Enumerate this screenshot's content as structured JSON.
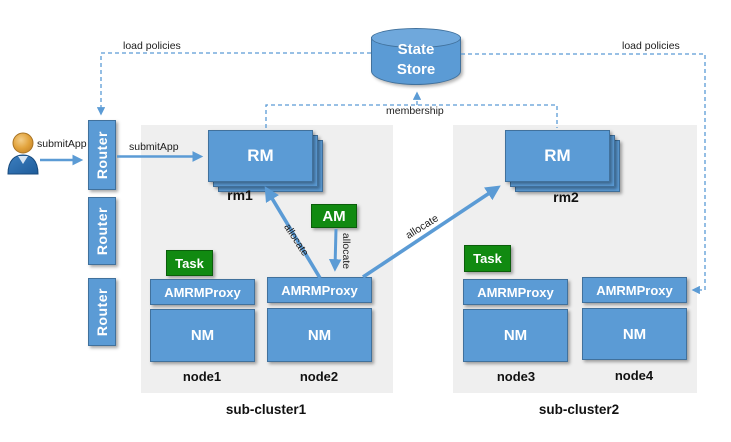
{
  "colors": {
    "box_blue": "#5B9BD5",
    "box_blue_border": "#41719C",
    "green": "#118A11",
    "green_border": "#0B5E0B",
    "arrow_blue": "#5B9BD5",
    "cluster_bg": "#EFEFEF"
  },
  "labels": {
    "submit_app_user": "submitApp",
    "submit_app_router": "submitApp",
    "load_policies_left": "load policies",
    "load_policies_right": "load policies",
    "membership": "membership",
    "allocate_left": "allocate",
    "allocate_mid": "allocate",
    "allocate_right": "allocate"
  },
  "routers": [
    {
      "label": "Router"
    },
    {
      "label": "Router"
    },
    {
      "label": "Router"
    }
  ],
  "state_store": {
    "line1": "State",
    "line2": "Store"
  },
  "am": {
    "label": "AM"
  },
  "clusters": [
    {
      "label": "sub-cluster1",
      "rm": {
        "label": "RM",
        "name": "rm1"
      },
      "nodes": [
        {
          "name": "node1",
          "task": "Task",
          "amrmproxy": "AMRMProxy",
          "nm": "NM"
        },
        {
          "name": "node2",
          "amrmproxy": "AMRMProxy",
          "nm": "NM"
        }
      ]
    },
    {
      "label": "sub-cluster2",
      "rm": {
        "label": "RM",
        "name": "rm2"
      },
      "nodes": [
        {
          "name": "node3",
          "task": "Task",
          "amrmproxy": "AMRMProxy",
          "nm": "NM"
        },
        {
          "name": "node4",
          "amrmproxy": "AMRMProxy",
          "nm": "NM"
        }
      ]
    }
  ]
}
